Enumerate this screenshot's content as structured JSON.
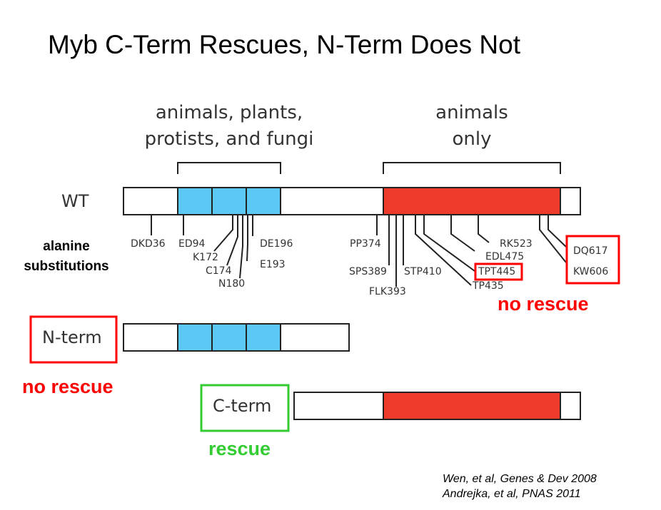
{
  "title": "Myb C-Term Rescues, N-Term Does Not",
  "headers": {
    "conserved": [
      "animals, plants,",
      "protists, and fungi"
    ],
    "animals_only": [
      "animals",
      "only"
    ]
  },
  "rows": {
    "wt": "WT",
    "nterm": "N-term",
    "cterm": "C-term"
  },
  "alanine_label": [
    "alanine",
    "substitutions"
  ],
  "mutations": [
    "DKD36",
    "ED94",
    "K172",
    "C174",
    "N180",
    "DE196",
    "E193",
    "PP374",
    "SPS389",
    "FLK393",
    "STP410",
    "TP435",
    "TPT445",
    "EDL475",
    "RK523",
    "DQ617",
    "KW606"
  ],
  "outcomes": {
    "wt_right": "no rescue",
    "nterm": "no rescue",
    "cterm": "rescue"
  },
  "citations": [
    "Wen, et al, Genes & Dev 2008",
    "Andrejka, et al, PNAS 2011"
  ],
  "colors": {
    "blue_domain": "#5bc8f5",
    "red_domain": "#ee3a2a",
    "no_rescue": "#ff0000",
    "rescue": "#33cc33",
    "outline": "#222222"
  }
}
